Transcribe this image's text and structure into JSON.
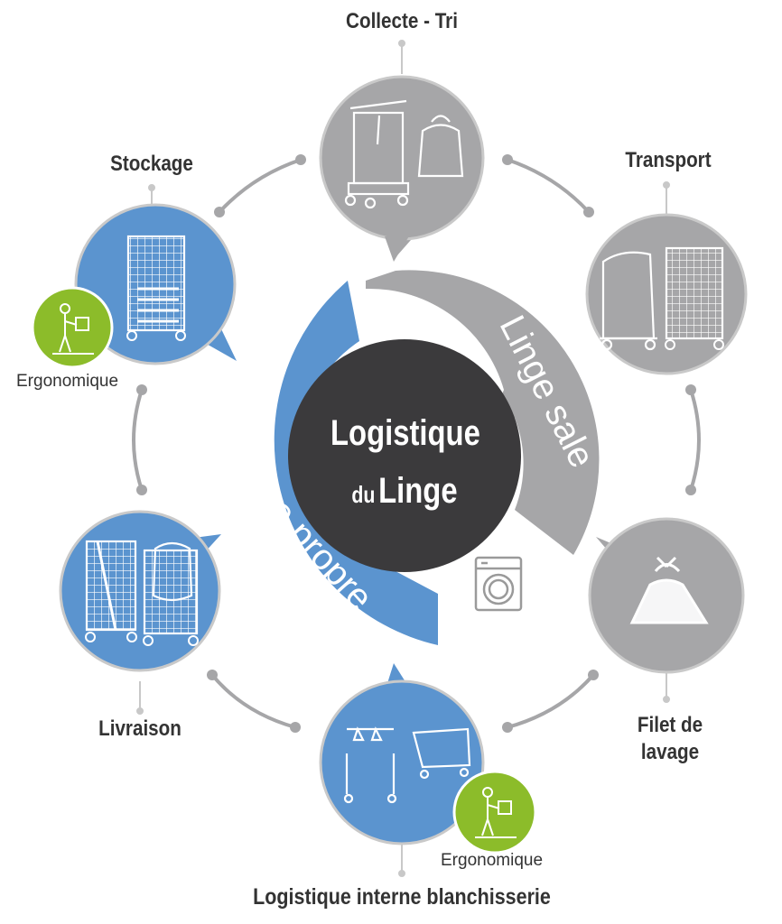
{
  "center": {
    "line1": "Logistique",
    "line2_small": "du",
    "line2_big": "Linge"
  },
  "arcs": {
    "dirty": "Linge sale",
    "clean": "Linge propre"
  },
  "stations": {
    "collecte": "Collecte - Tri",
    "transport": "Transport",
    "filet_line1": "Filet de",
    "filet_line2": "lavage",
    "logistique_interne": "Logistique interne blanchisserie",
    "livraison": "Livraison",
    "stockage": "Stockage"
  },
  "badges": {
    "ergonomique": "Ergonomique"
  },
  "colors": {
    "gray": "#a6a6a8",
    "blue": "#5b94cf",
    "green": "#8cbc2a",
    "dark": "#3b3a3c",
    "text": "#333333"
  }
}
